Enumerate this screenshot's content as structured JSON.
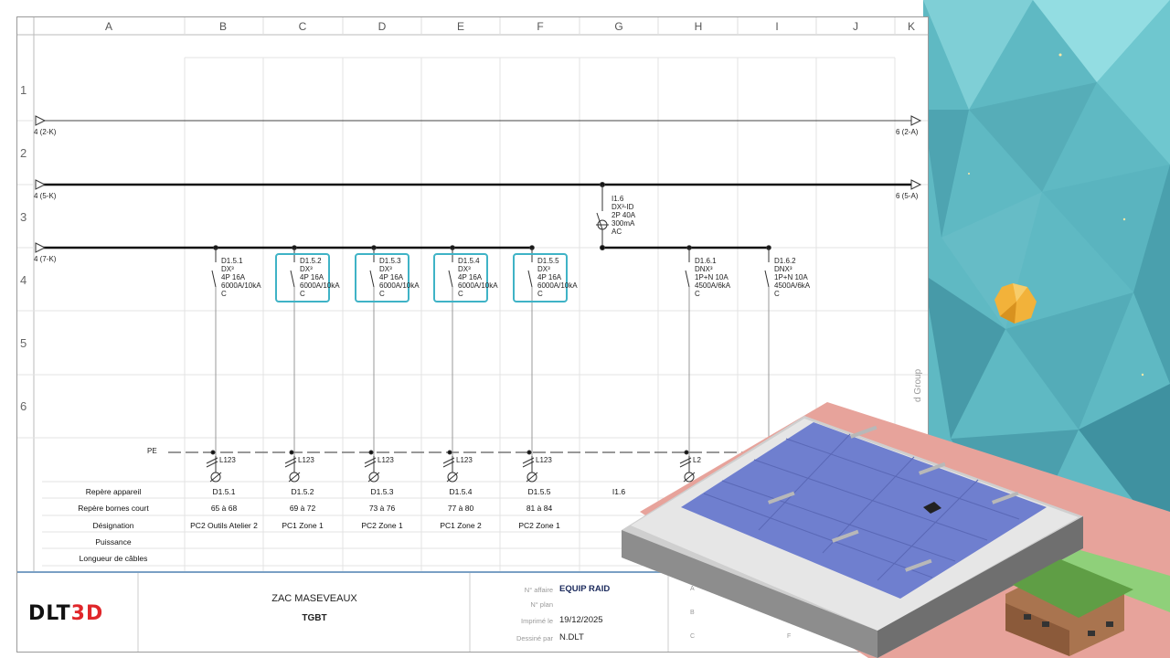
{
  "columns": [
    "A",
    "B",
    "C",
    "D",
    "E",
    "F",
    "G",
    "H",
    "I",
    "J",
    "K"
  ],
  "rows": [
    "1",
    "2",
    "3",
    "4",
    "5",
    "6"
  ],
  "buses": [
    {
      "left": "4 (2-K)",
      "right": "6 (2-A)"
    },
    {
      "left": "4 (5-K)",
      "right": "6 (5-A)"
    },
    {
      "left": "4 (7-K)",
      "right": ""
    }
  ],
  "diff_breaker": {
    "id": "I1.6",
    "lines": [
      "DX³-ID",
      "2P 40A",
      "300mA",
      "AC"
    ]
  },
  "breakers": [
    {
      "id": "D1.5.1",
      "lines": [
        "DX³",
        "4P 16A",
        "6000A/10kA",
        "C"
      ],
      "highlight": false,
      "cable": "L123"
    },
    {
      "id": "D1.5.2",
      "lines": [
        "DX³",
        "4P 16A",
        "6000A/10kA",
        "C"
      ],
      "highlight": true,
      "cable": "L123"
    },
    {
      "id": "D1.5.3",
      "lines": [
        "DX³",
        "4P 16A",
        "6000A/10kA",
        "C"
      ],
      "highlight": true,
      "cable": "L123"
    },
    {
      "id": "D1.5.4",
      "lines": [
        "DX³",
        "4P 16A",
        "6000A/10kA",
        "C"
      ],
      "highlight": true,
      "cable": "L123"
    },
    {
      "id": "D1.5.5",
      "lines": [
        "DX³",
        "4P 16A",
        "6000A/10kA",
        "C"
      ],
      "highlight": true,
      "cable": "L123"
    },
    {
      "id": "D1.6.1",
      "lines": [
        "DNX³",
        "1P+N 10A",
        "4500A/6kA",
        "C"
      ],
      "highlight": false,
      "cable": "L2"
    },
    {
      "id": "D1.6.2",
      "lines": [
        "DNX³",
        "1P+N 10A",
        "4500A/6kA",
        "C"
      ],
      "highlight": false,
      "cable": ""
    }
  ],
  "pe_label": "PE",
  "table": {
    "row_names": [
      "Repère appareil",
      "Repère bornes court",
      "Désignation",
      "Puissance",
      "Longueur de câbles"
    ],
    "reperes": [
      "D1.5.1",
      "D1.5.2",
      "D1.5.3",
      "D1.5.4",
      "D1.5.5",
      "I1.6"
    ],
    "bornes": [
      "65 à 68",
      "69 à 72",
      "73 à 76",
      "77 à 80",
      "81 à 84"
    ],
    "designations": [
      "PC2 Outils Atelier 2",
      "PC1 Zone 1",
      "PC2 Zone 1",
      "PC1 Zone 2",
      "PC2 Zone 1"
    ]
  },
  "title_block": {
    "logo_a": "DLT",
    "logo_b": "3D",
    "client": "ZAC MASEVEAUX",
    "drawing": "TGBT",
    "fields": [
      {
        "label": "N° affaire",
        "value": "EQUIP RAID"
      },
      {
        "label": "N° plan",
        "value": ""
      },
      {
        "label": "Imprimé le",
        "value": "19/12/2025"
      },
      {
        "label": "Dessiné par",
        "value": "N.DLT"
      }
    ],
    "rev_letters": [
      "A",
      "B",
      "C"
    ],
    "rev_letter_f": "F"
  },
  "side_text": "d Group",
  "colors": {
    "highlight": "#3fb3c6",
    "bg_teal": "#6cc3cc",
    "roof": "#6f7fcf",
    "ground": "#e7a39b",
    "grass": "#8fd07a"
  }
}
